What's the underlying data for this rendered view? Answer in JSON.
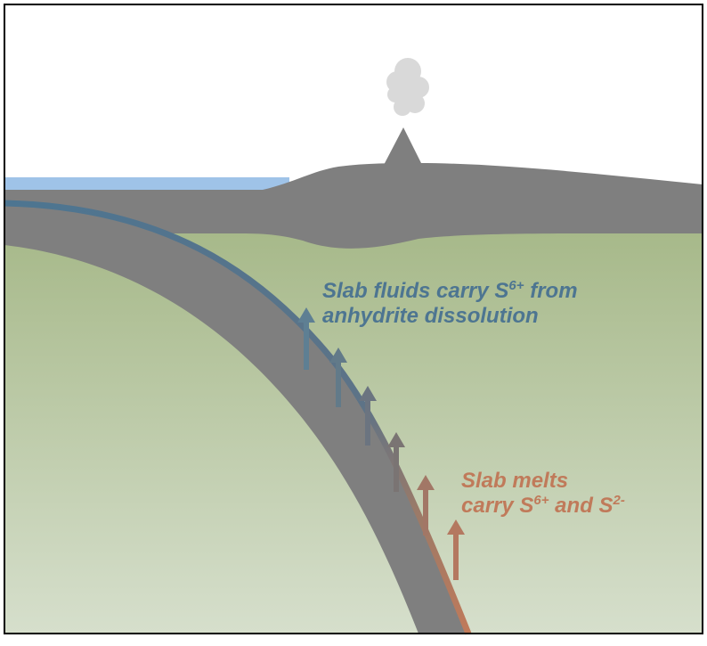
{
  "labels": {
    "fluids": {
      "line1_a": "Slab fluids carry S",
      "line1_sup": "6+",
      "line1_b": " from",
      "line2": "anhydrite dissolution"
    },
    "melts": {
      "line1": "Slab melts",
      "line2_a": "carry S",
      "line2_sup1": "6+",
      "line2_b": " and S",
      "line2_sup2": "2-"
    }
  },
  "colors": {
    "sky": "#ffffff",
    "ocean": "#9fc3e8",
    "crust": "#7f7f7f",
    "mantle_top": "#a7b98a",
    "mantle_bottom": "#d6dfcc",
    "slab": "#7f7f7f",
    "fluid_blue": "#4d7591",
    "melt_orange": "#c07a5a",
    "smoke": "#d9d9d9",
    "frame": "#000000"
  },
  "icons": {
    "volcano": "volcano-icon",
    "plume": "smoke-plume-icon",
    "arrow": "up-arrow-icon"
  }
}
